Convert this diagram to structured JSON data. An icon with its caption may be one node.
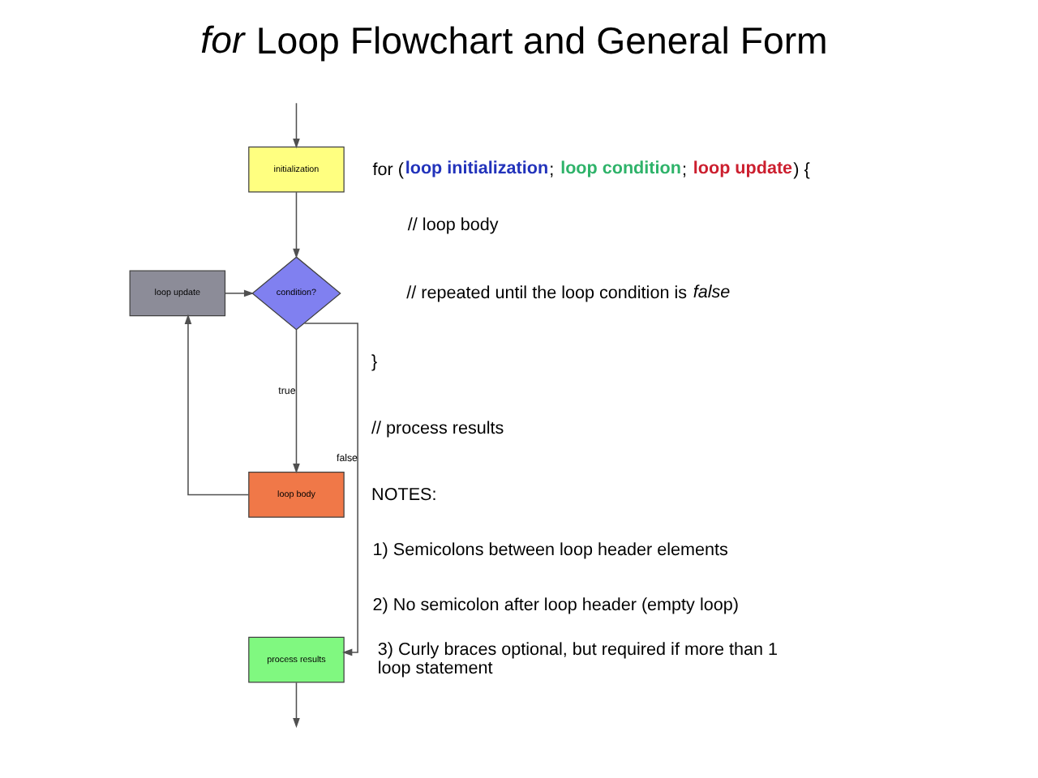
{
  "diagram": {
    "title": "*for* Loop Flowchart and General Form",
    "nodes": [
      {
        "text": [
          "initialization"
        ]
      },
      {
        "text": [
          "condition?"
        ]
      },
      {
        "text": [
          "loop update"
        ]
      },
      {
        "text": [
          "loop body"
        ]
      },
      {
        "text": [
          "process results"
        ]
      }
    ],
    "edges": [
      {
        "from": null,
        "to": 0,
        "arrow": "to"
      },
      {
        "from": 0,
        "to": 1,
        "arrow": "to"
      },
      {
        "from": 1,
        "to": 3,
        "arrow": "to",
        "label": "true"
      },
      {
        "from": 1,
        "to": 4,
        "arrow": "to",
        "label": "false"
      },
      {
        "from": 3,
        "to": 2,
        "arrow": "to"
      },
      {
        "from": 2,
        "to": 1,
        "arrow": "to"
      },
      {
        "from": 4,
        "to": null,
        "arrow": "to"
      }
    ],
    "labels": [
      "for (**loop initialization**; **loop condition**; **loop update**) {",
      "// loop body",
      "// repeated until the loop condition is *false*",
      "}",
      "// process results",
      "NOTES:",
      "1) Semicolons between loop header elements",
      "2) No semicolon after loop header (empty loop)",
      "3) Curly braces optional, but required if more than 1 loop statement"
    ]
  }
}
